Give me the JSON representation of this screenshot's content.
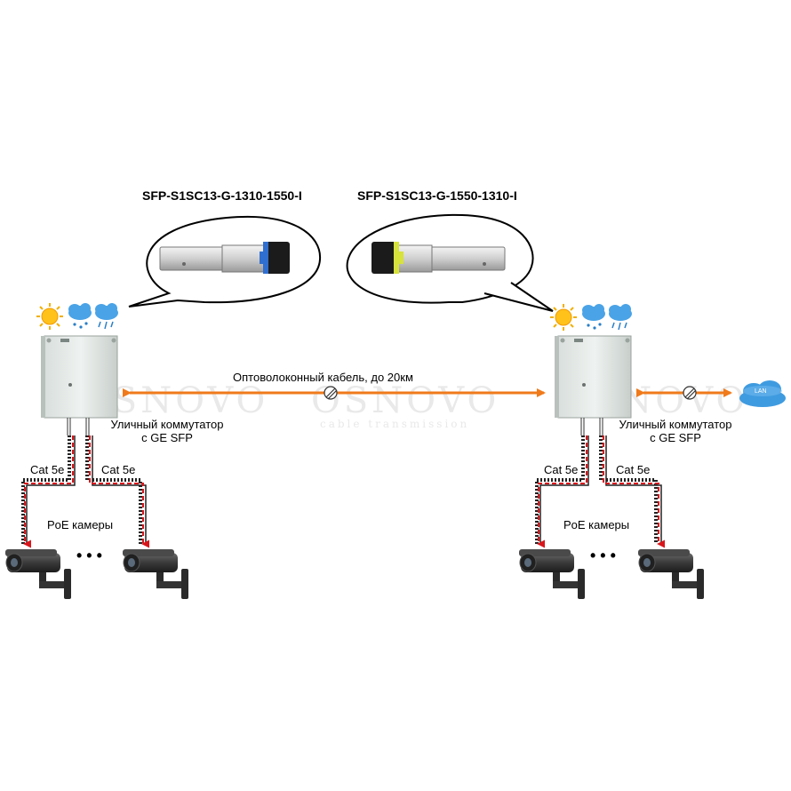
{
  "sfp": {
    "left_model": "SFP-S1SC13-G-1310-1550-I",
    "right_model": "SFP-S1SC13-G-1550-1310-I"
  },
  "link": {
    "fiber_label": "Оптоволоконный кабель, до 20км"
  },
  "switch_left": {
    "line1": "Уличный коммутатор",
    "line2": "с GE SFP"
  },
  "switch_right": {
    "line1": "Уличный коммутатор",
    "line2": "с GE SFP"
  },
  "cables": {
    "label": "Cat 5e"
  },
  "cameras": {
    "label": "PoE камеры",
    "ellipsis": "• • •"
  },
  "lan": {
    "label": "LAN"
  },
  "watermark": {
    "brand": "OSNOVO",
    "tagline": "cable transmission"
  },
  "colors": {
    "link_arrow": "#f07a1a",
    "poe_line": "#d8161b",
    "cloud": "#3f9be0"
  }
}
